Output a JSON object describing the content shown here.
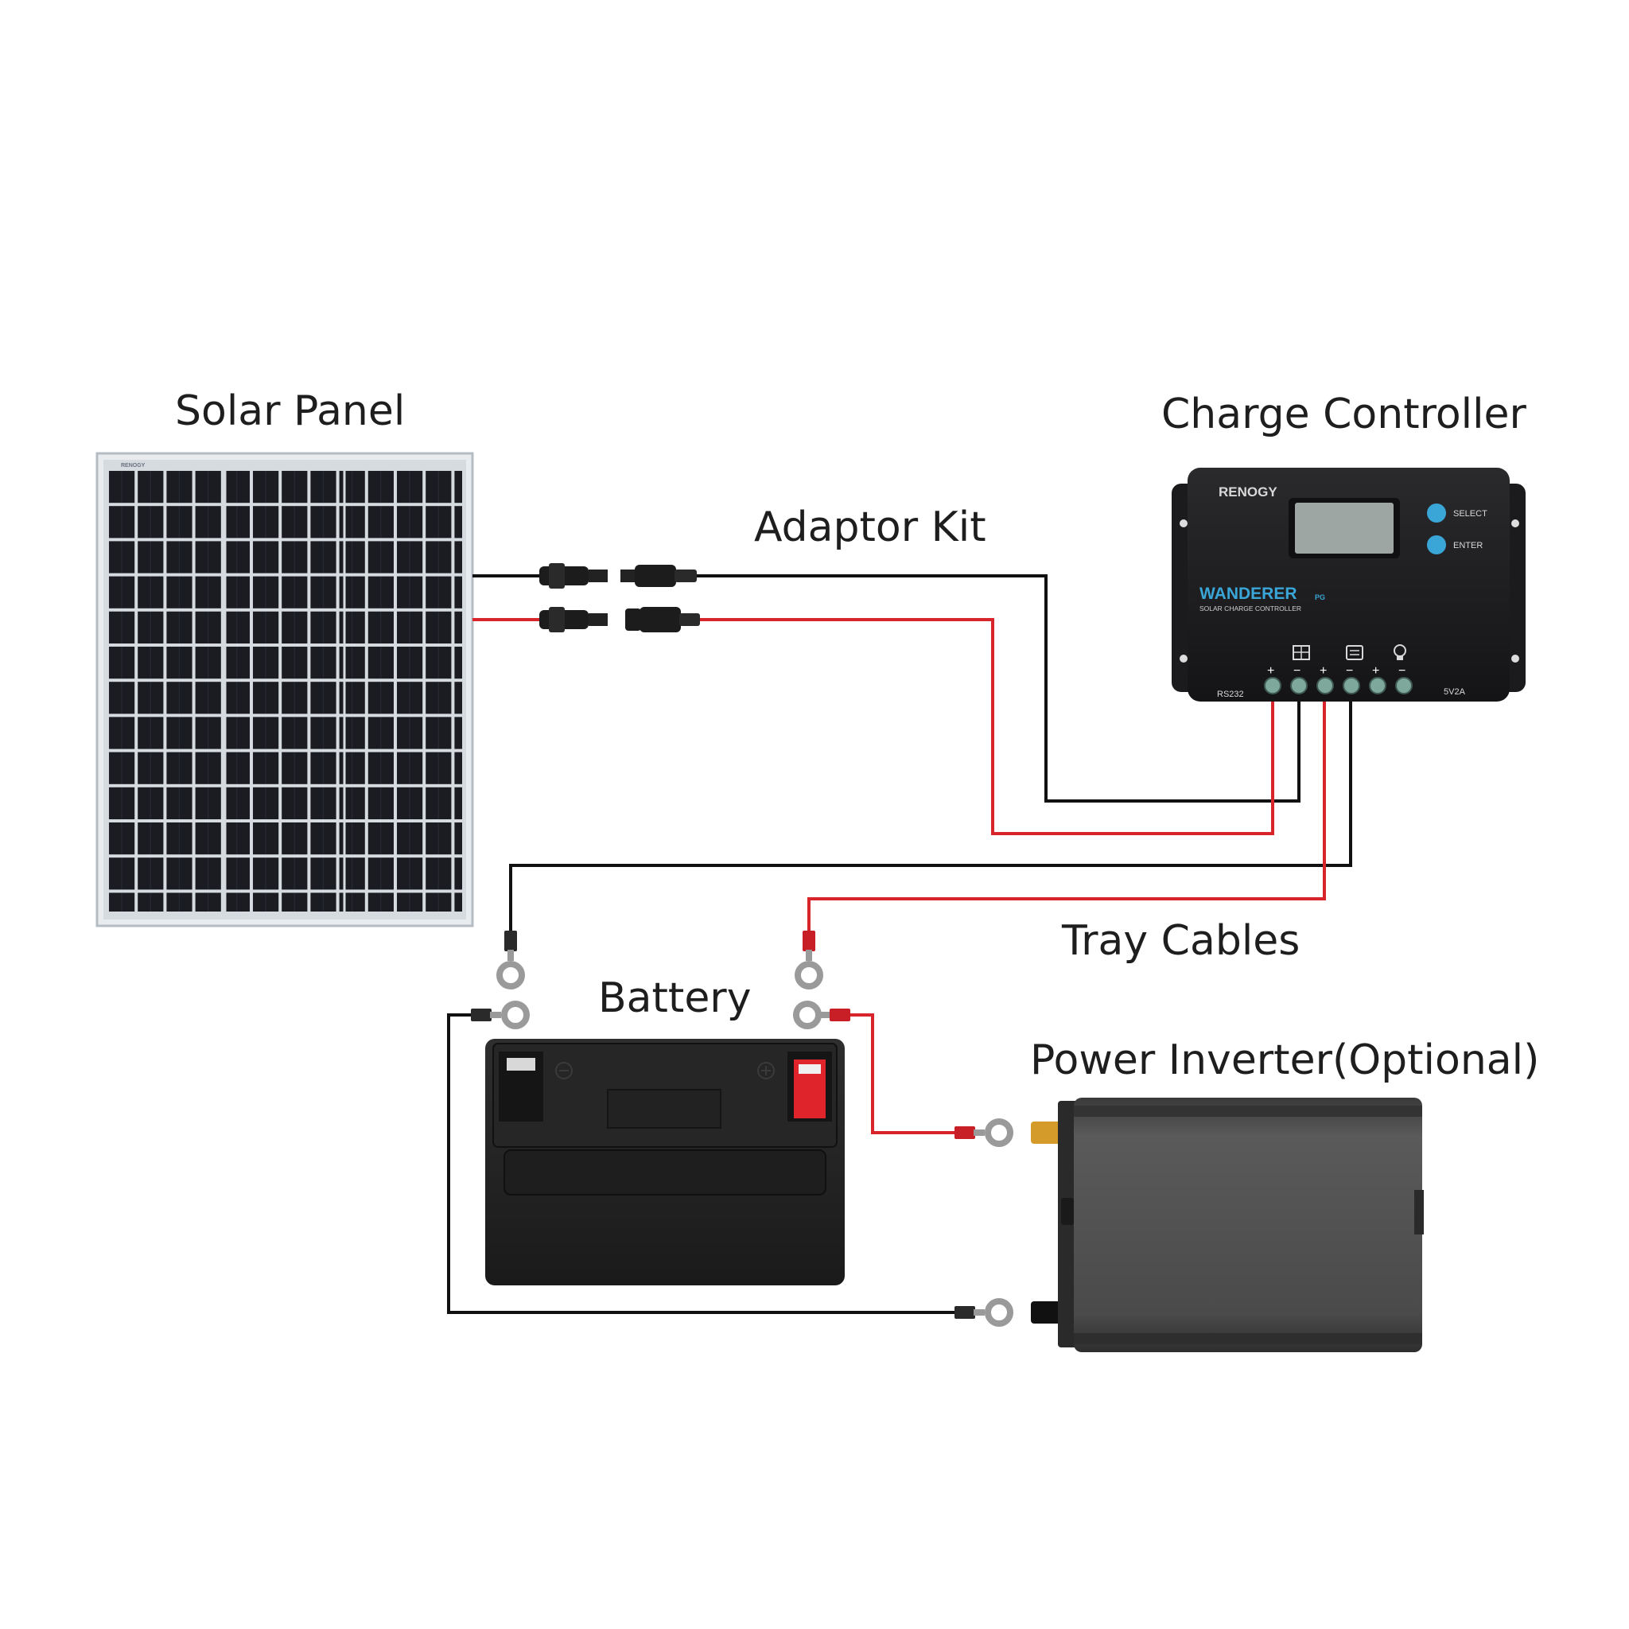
{
  "labels": {
    "solar_panel": "Solar Panel",
    "charge_controller": "Charge Controller",
    "adaptor_kit": "Adaptor Kit",
    "tray_cables": "Tray Cables",
    "battery": "Battery",
    "power_inverter": "Power Inverter(Optional)"
  },
  "controller": {
    "brand": "RENOGY",
    "model": "WANDERER",
    "model_suffix": "PG",
    "subtitle": "SOLAR CHARGE CONTROLLER",
    "button_select": "SELECT",
    "button_enter": "ENTER",
    "port_rs232": "RS232",
    "port_usb": "5V2A",
    "terminal_plus": "+",
    "terminal_minus": "−"
  },
  "panel": {
    "brand": "RENOGY"
  },
  "colors": {
    "negative_wire": "#111111",
    "positive_wire": "#d8242b",
    "controller_accent": "#3aa6d8"
  },
  "icons": {
    "solar_terminal": "solar-panel-icon",
    "battery_terminal": "battery-icon",
    "load_terminal": "light-bulb-icon"
  }
}
